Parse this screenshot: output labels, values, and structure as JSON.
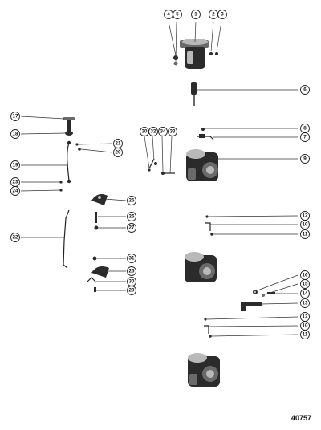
{
  "figure_number": "40757",
  "callouts": {
    "c1": "1",
    "c2": "2",
    "c3": "3",
    "c4": "4",
    "c5": "5",
    "c6": "6",
    "c7": "7",
    "c8": "8",
    "c9": "9",
    "c10a": "10",
    "c10b": "10",
    "c11a": "11",
    "c11b": "11",
    "c12a": "12",
    "c12b": "12",
    "c13": "13",
    "c14": "14",
    "c15": "15",
    "c16": "16",
    "c17": "17",
    "c18": "18",
    "c19": "19",
    "c20": "20",
    "c21": "21",
    "c22": "22",
    "c23": "23",
    "c24": "24",
    "c25a": "25",
    "c25b": "25",
    "c26": "26",
    "c27": "27",
    "c29": "29",
    "c30a": "30",
    "c30b": "30",
    "c31": "31",
    "c32": "32",
    "c33": "33",
    "c34": "34"
  }
}
